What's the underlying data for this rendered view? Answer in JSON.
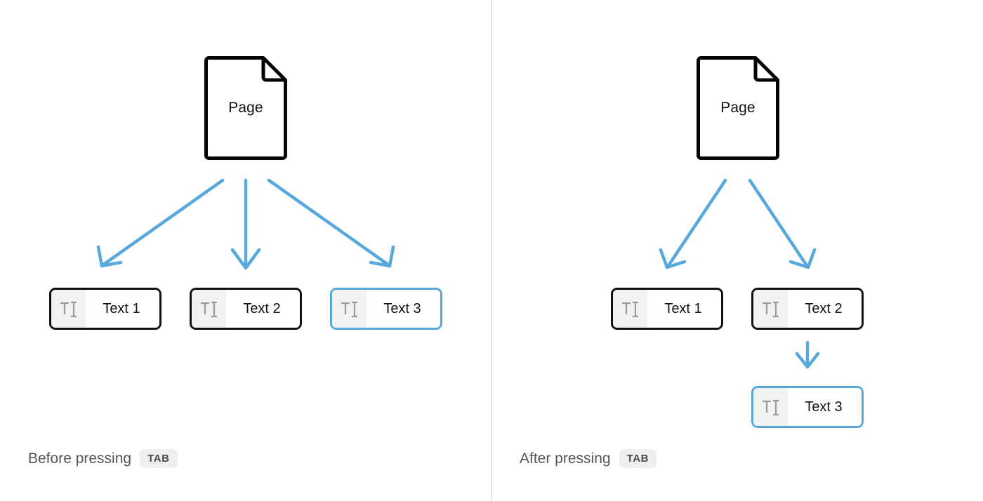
{
  "colors": {
    "arrow_blue": "#57a9dd",
    "selected_border": "#57a9dd",
    "node_border": "#111111",
    "icon_cell_bg": "#f2f2f2",
    "divider": "#e4e4e4",
    "caption_text": "#555555",
    "badge_bg": "#efefef",
    "badge_text": "#4a4a4a"
  },
  "diagram": {
    "type": "before-after-comparison",
    "panels": [
      {
        "id": "before",
        "caption": "Before pressing",
        "key": "TAB",
        "root": {
          "label": "Page",
          "icon": "page-document-icon"
        },
        "nodes": [
          {
            "label": "Text 1",
            "icon": "text-field-icon",
            "selected": false
          },
          {
            "label": "Text 2",
            "icon": "text-field-icon",
            "selected": false
          },
          {
            "label": "Text 3",
            "icon": "text-field-icon",
            "selected": true
          }
        ],
        "edges": [
          {
            "from": "Page",
            "to": "Text 1"
          },
          {
            "from": "Page",
            "to": "Text 2"
          },
          {
            "from": "Page",
            "to": "Text 3"
          }
        ]
      },
      {
        "id": "after",
        "caption": "After pressing",
        "key": "TAB",
        "root": {
          "label": "Page",
          "icon": "page-document-icon"
        },
        "nodes": [
          {
            "label": "Text 1",
            "icon": "text-field-icon",
            "selected": false
          },
          {
            "label": "Text 2",
            "icon": "text-field-icon",
            "selected": false
          },
          {
            "label": "Text 3",
            "icon": "text-field-icon",
            "selected": true
          }
        ],
        "edges": [
          {
            "from": "Page",
            "to": "Text 1"
          },
          {
            "from": "Page",
            "to": "Text 2"
          },
          {
            "from": "Text 2",
            "to": "Text 3"
          }
        ]
      }
    ]
  }
}
